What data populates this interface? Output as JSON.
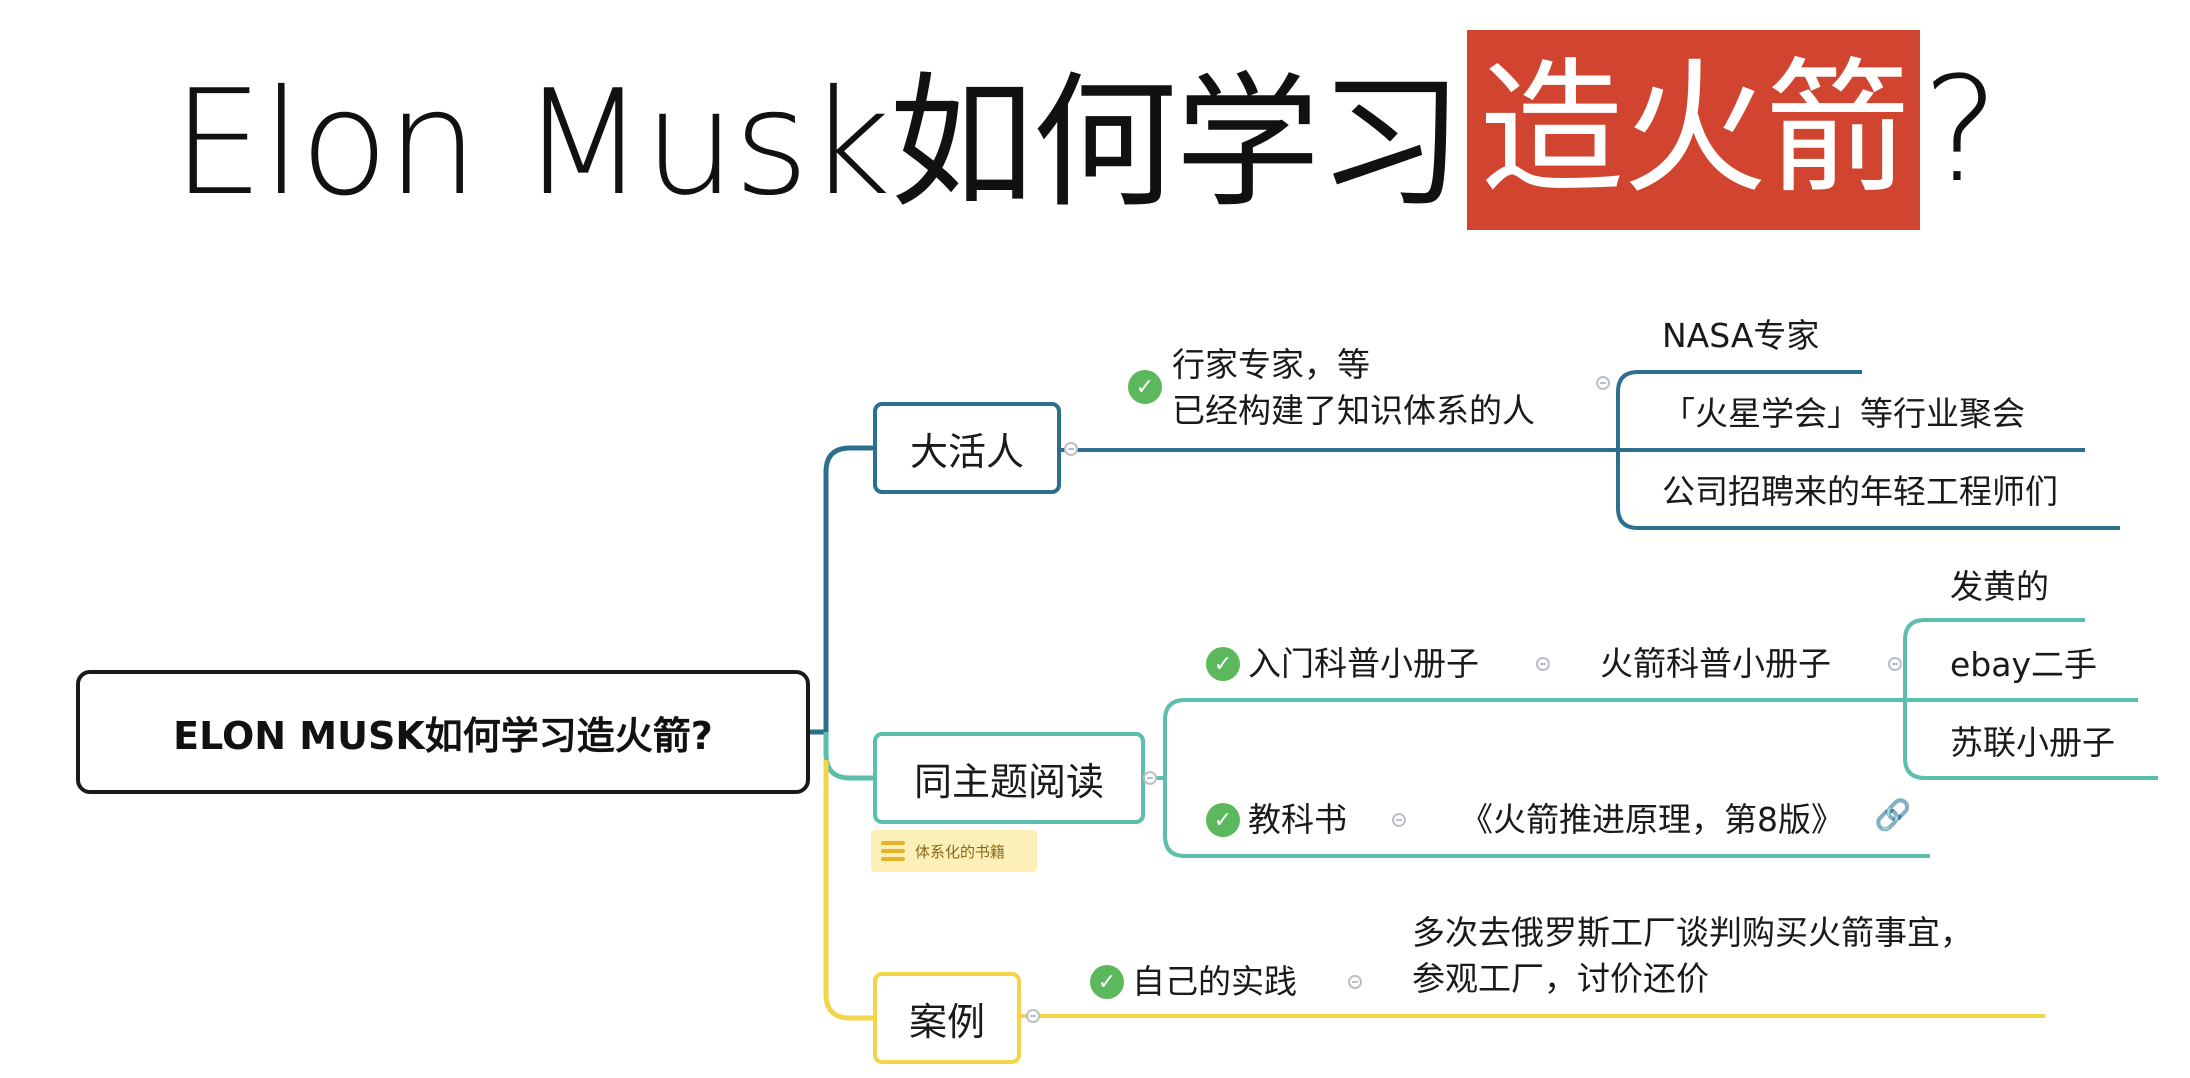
{
  "title": {
    "prefix": "Elon Musk如何学习",
    "highlight": "造火箭",
    "suffix": "?"
  },
  "colors": {
    "highlight": "#d14530",
    "branch_people": "#2e6f90",
    "branch_reading": "#5bbfab",
    "branch_case": "#f2d54a",
    "check": "#5cb85c"
  },
  "mindmap": {
    "root": "ELON MUSK如何学习造火箭?",
    "branches": [
      {
        "label": "大活人",
        "topic": "行家专家，等\n已经构建了知识体系的人",
        "leaves": [
          "NASA专家",
          "「火星学会」等行业聚会",
          "公司招聘来的年轻工程师们"
        ]
      },
      {
        "label": "同主题阅读",
        "note": "体系化的书籍",
        "topics": [
          {
            "label": "入门科普小册子",
            "child": "火箭科普小册子",
            "leaves": [
              "发黄的",
              "ebay二手",
              "苏联小册子"
            ]
          },
          {
            "label": "教科书",
            "child": "《火箭推进原理，第8版》",
            "child_icon": "link-icon"
          }
        ]
      },
      {
        "label": "案例",
        "topic": "自己的实践",
        "child": "多次去俄罗斯工厂谈判购买火箭事宜，\n参观工厂，讨价还价"
      }
    ]
  }
}
